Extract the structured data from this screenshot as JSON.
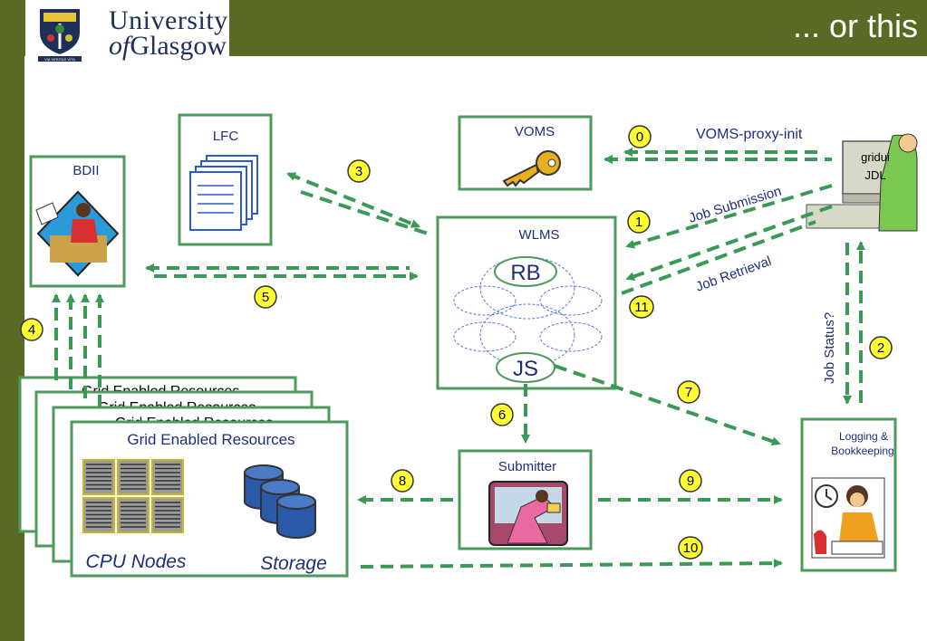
{
  "header": {
    "title": "... or this",
    "logo_line1": "University",
    "logo_line2_of": "of",
    "logo_line2": "Glasgow",
    "logo_motto": "VIA VERITAS VITA"
  },
  "nodes": {
    "bdii": "BDII",
    "lfc": "LFC",
    "voms": "VOMS",
    "wlms": "WLMS",
    "rb": "RB",
    "js": "JS",
    "gridui_line1": "gridui",
    "gridui_line2": "JDL",
    "submitter": "Submitter",
    "lb_line1": "Logging &",
    "lb_line2": "Bookkeeping",
    "grid_title": "Grid Enabled Resources",
    "grid_back1": "Grid Enabled Resources",
    "grid_back2": "Grid Enabled Resources",
    "grid_back3": "Grid Enabled Resources",
    "cpu_nodes": "CPU Nodes",
    "storage": "Storage"
  },
  "edge_labels": {
    "voms_proxy": "VOMS-proxy-init",
    "job_submission": "Job Submission",
    "job_retrieval": "Job Retrieval",
    "job_status": "Job Status?"
  },
  "steps": [
    "0",
    "1",
    "2",
    "3",
    "4",
    "5",
    "6",
    "7",
    "8",
    "9",
    "10",
    "11"
  ],
  "colors": {
    "frame": "#5a6a25",
    "box_border": "#4e9a5c",
    "arrow": "#3a9a55",
    "step_fill": "#ffff33",
    "text_blue": "#1e2f7a"
  }
}
